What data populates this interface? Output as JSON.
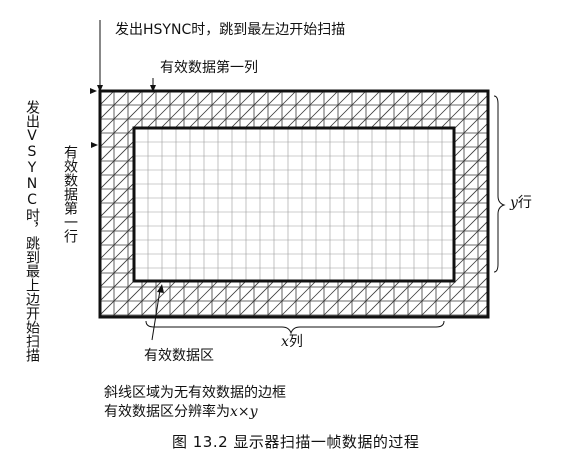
{
  "labels": {
    "hsync": "发出HSYNC时，跳到最左边开始扫描",
    "first_column": "有效数据第一列",
    "vsync": "发出VSYNC时，跳到最上边开始扫描",
    "first_row": "有效数据第一行",
    "y_var": "y",
    "y_unit": "行",
    "x_var": "x",
    "x_unit": "列",
    "valid_area": "有效数据区",
    "note_line1": "斜线区域为无有效数据的边框",
    "note_line2_prefix": "有效数据区分辨率为",
    "note_line2_formula": "x×y"
  },
  "caption": "图 13.2   显示器扫描一帧数据的过程",
  "colors": {
    "line": "#111111",
    "hatch": "#3a3a3a",
    "grid": "#9a9a9a",
    "background": "#ffffff"
  }
}
